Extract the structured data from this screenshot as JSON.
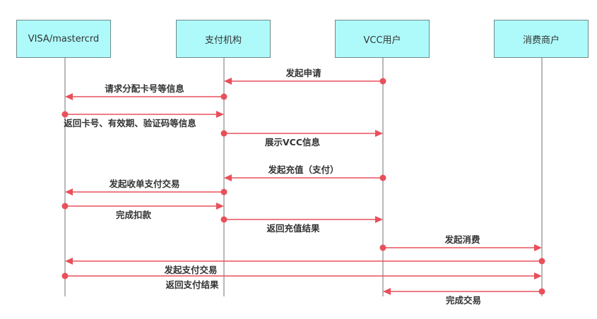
{
  "diagram": {
    "type": "sequence",
    "colors": {
      "actor_fill": "#aefafa",
      "message": "#e8505b",
      "lifeline": "#888888"
    },
    "actors": [
      {
        "id": "visa",
        "label": "VISA/mastercrd"
      },
      {
        "id": "pay",
        "label": "支付机构"
      },
      {
        "id": "vcc",
        "label": "VCC用户"
      },
      {
        "id": "merchant",
        "label": "消费商户"
      }
    ],
    "messages": [
      {
        "from": "vcc",
        "to": "pay",
        "label": "发起申请",
        "label_side": "above"
      },
      {
        "from": "pay",
        "to": "visa",
        "label": "请求分配卡号等信息",
        "label_side": "above"
      },
      {
        "from": "visa",
        "to": "pay",
        "label": "返回卡号、有效期、验证码等信息",
        "label_side": "below"
      },
      {
        "from": "pay",
        "to": "vcc",
        "label": "展示VCC信息",
        "label_side": "below"
      },
      {
        "from": "vcc",
        "to": "pay",
        "label": "发起充值（支付）",
        "label_side": "above"
      },
      {
        "from": "pay",
        "to": "visa",
        "label": "发起收单支付交易",
        "label_side": "above"
      },
      {
        "from": "visa",
        "to": "pay",
        "label": "完成扣款",
        "label_side": "below"
      },
      {
        "from": "pay",
        "to": "vcc",
        "label": "返回充值结果",
        "label_side": "below"
      },
      {
        "from": "vcc",
        "to": "merchant",
        "label": "发起消费",
        "label_side": "above"
      },
      {
        "from": "merchant",
        "to": "visa",
        "label": "发起支付交易",
        "label_side": "below"
      },
      {
        "from": "visa",
        "to": "merchant",
        "label": "返回支付结果",
        "label_side": "below"
      },
      {
        "from": "merchant",
        "to": "vcc",
        "label": "完成交易",
        "label_side": "below"
      }
    ]
  }
}
